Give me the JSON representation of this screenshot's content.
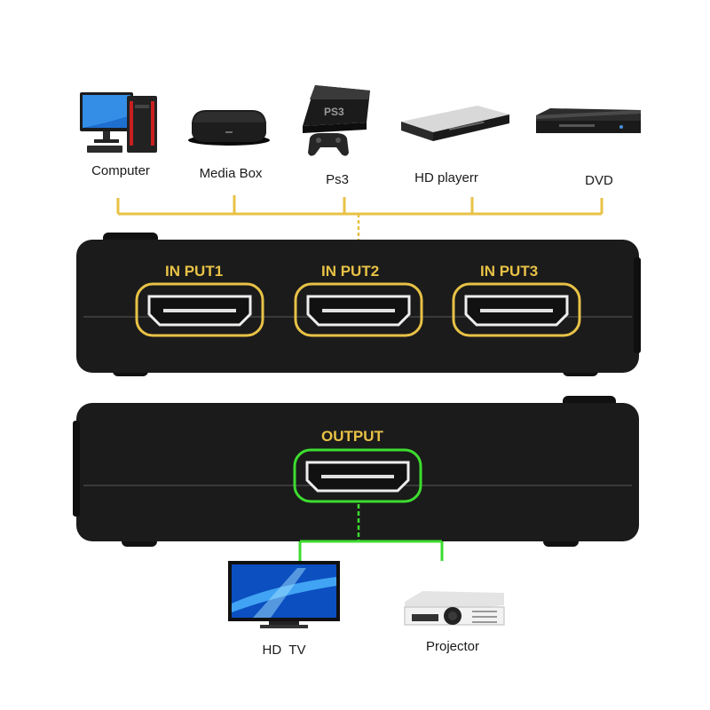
{
  "sources": [
    {
      "label": "Computer",
      "icon": "computer-icon"
    },
    {
      "label": "Media Box",
      "icon": "media-box-icon"
    },
    {
      "label": "Ps3",
      "icon": "ps3-icon"
    },
    {
      "label": "HD playerr",
      "icon": "hd-player-icon"
    },
    {
      "label": "DVD",
      "icon": "dvd-player-icon"
    }
  ],
  "switch": {
    "inputs": [
      "IN PUT1",
      "IN PUT2",
      "IN PUT3"
    ],
    "output": "OUTPUT"
  },
  "displays": [
    {
      "label": "HD  TV",
      "icon": "tv-icon"
    },
    {
      "label": "Projector",
      "icon": "projector-icon"
    }
  ],
  "colors": {
    "input_highlight": "#e8c246",
    "output_highlight": "#3ddc2f",
    "device_body": "#1b1b1b"
  }
}
